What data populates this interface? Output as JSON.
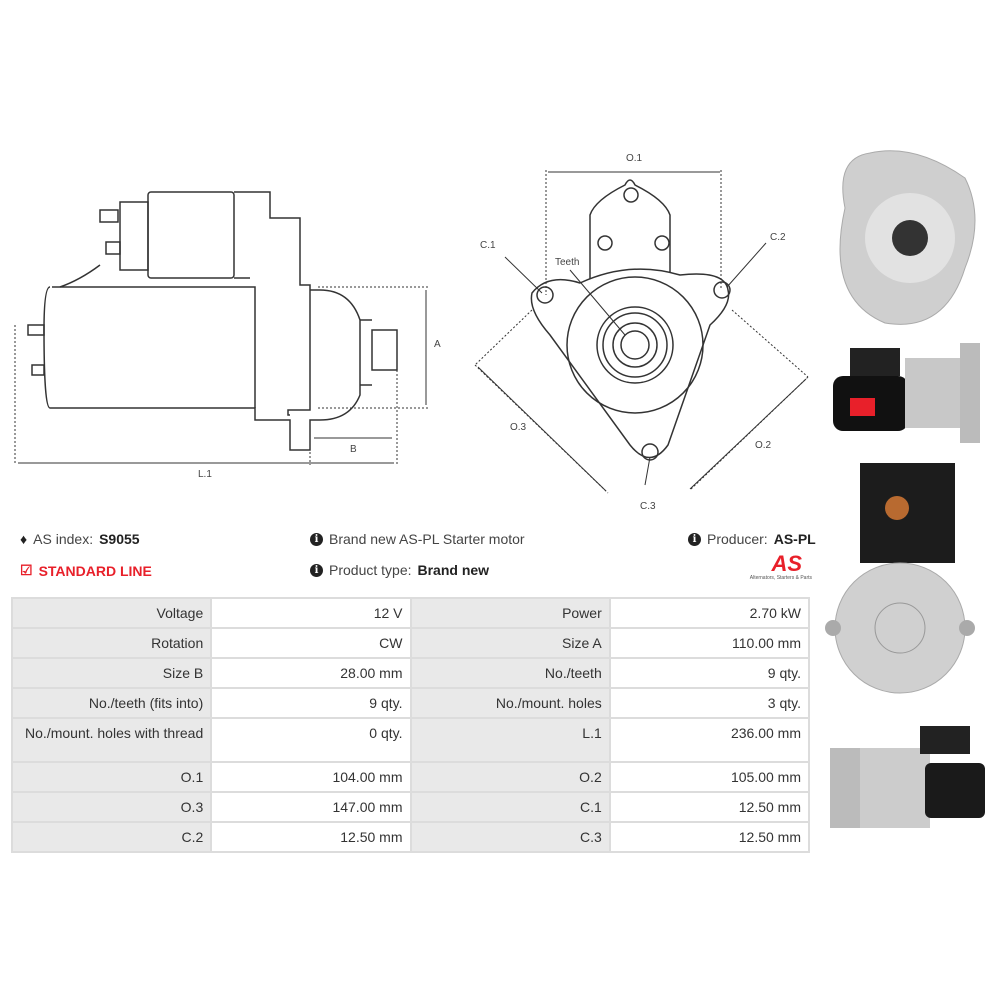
{
  "diagram_labels": {
    "a": "A",
    "b": "B",
    "l1": "L.1",
    "o1": "O.1",
    "o2": "O.2",
    "o3": "O.3",
    "c1": "C.1",
    "c2": "C.2",
    "c3": "C.3",
    "teeth": "Teeth"
  },
  "info": {
    "as_index_label": "AS index:",
    "as_index_value": "S9055",
    "line": "STANDARD LINE",
    "description": "Brand new AS-PL Starter motor",
    "product_type_label": "Product type:",
    "product_type_value": "Brand new",
    "producer_label": "Producer:",
    "producer_value": "AS-PL",
    "logo_text": "AS",
    "logo_tagline": "Alternators, Starters & Parts"
  },
  "specs": [
    [
      "Voltage",
      "12 V",
      "Power",
      "2.70 kW"
    ],
    [
      "Rotation",
      "CW",
      "Size A",
      "110.00 mm"
    ],
    [
      "Size B",
      "28.00 mm",
      "No./teeth",
      "9 qty."
    ],
    [
      "No./teeth (fits into)",
      "9 qty.",
      "No./mount. holes",
      "3 qty."
    ],
    [
      "No./mount. holes with thread",
      "0 qty.",
      "L.1",
      "236.00 mm"
    ],
    [
      "O.1",
      "104.00 mm",
      "O.2",
      "105.00 mm"
    ],
    [
      "O.3",
      "147.00 mm",
      "C.1",
      "12.50 mm"
    ],
    [
      "C.2",
      "12.50 mm",
      "C.3",
      "12.50 mm"
    ]
  ],
  "colors": {
    "accent": "#e8202a"
  }
}
